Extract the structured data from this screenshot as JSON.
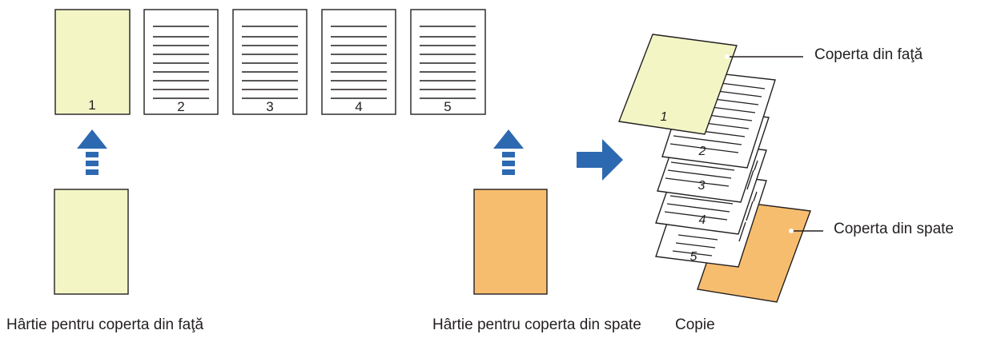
{
  "originals": [
    {
      "number": "1",
      "type": "cover"
    },
    {
      "number": "2",
      "type": "text"
    },
    {
      "number": "3",
      "type": "text"
    },
    {
      "number": "4",
      "type": "text"
    },
    {
      "number": "5",
      "type": "text"
    }
  ],
  "stack_pages": [
    "2",
    "3",
    "4",
    "5"
  ],
  "captions": {
    "front_paper": "Hârtie pentru coperta din faţă",
    "back_paper": "Hârtie pentru coperta din spate",
    "copy": "Copie"
  },
  "callouts": {
    "front_cover": "Coperta din faţă",
    "back_cover": "Coperta din spate"
  },
  "colors": {
    "front_cover_fill": "#f3f5c5",
    "back_cover_fill": "#f7bd6f",
    "arrow": "#2d69b1",
    "outline": "#231f20"
  }
}
